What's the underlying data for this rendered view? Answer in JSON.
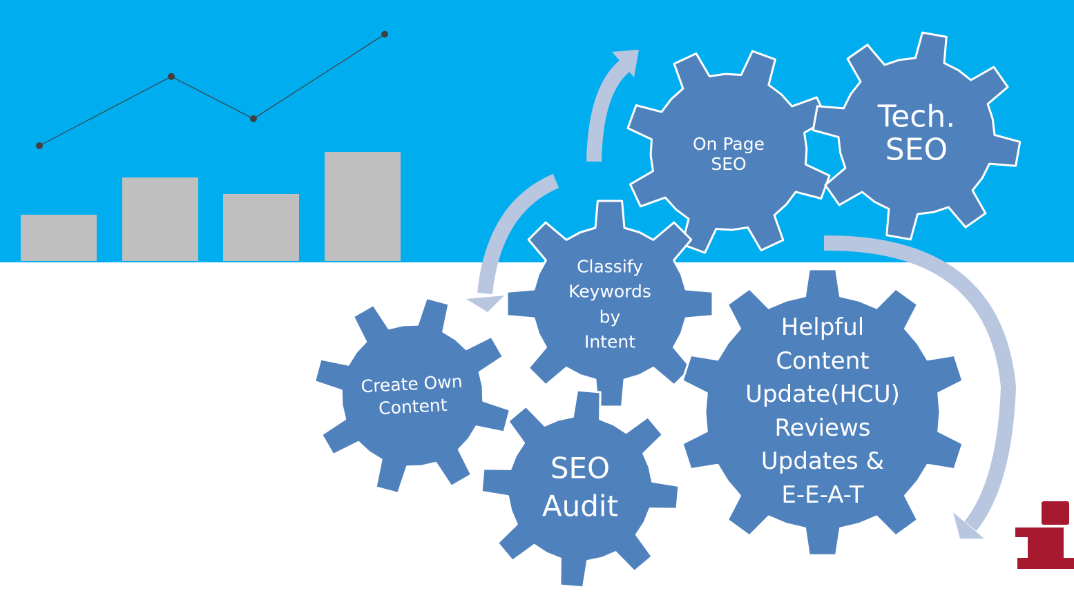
{
  "colors": {
    "banner": "#00aeef",
    "gear_fill": "#4f81bd",
    "gear_stroke": "#ffffff",
    "arrow": "#b8c6e0",
    "bar": "#bfbfbf",
    "line": "#404040",
    "logo_red": "#a6192e"
  },
  "decorative_chart": {
    "bar_values": [
      3.1,
      5.6,
      4.5,
      7.3
    ],
    "line_values": [
      6.0,
      9.6,
      7.4,
      11.8
    ],
    "value_max": 12.0
  },
  "gears": [
    {
      "id": "on-page-seo",
      "label": "On Page\nSEO"
    },
    {
      "id": "tech-seo",
      "label": "Tech.\nSEO"
    },
    {
      "id": "classify-keywords",
      "label": "Classify\nKeywords\nby\nIntent"
    },
    {
      "id": "create-own-content",
      "label": "Create Own\nContent"
    },
    {
      "id": "seo-audit",
      "label": "SEO\nAudit"
    },
    {
      "id": "helpful-content",
      "label": "Helpful\nContent\nUpdate(HCU)\nReviews\nUpdates &\nE-E-A-T"
    }
  ],
  "logo": {
    "icon": "letter-i-logo-icon"
  }
}
